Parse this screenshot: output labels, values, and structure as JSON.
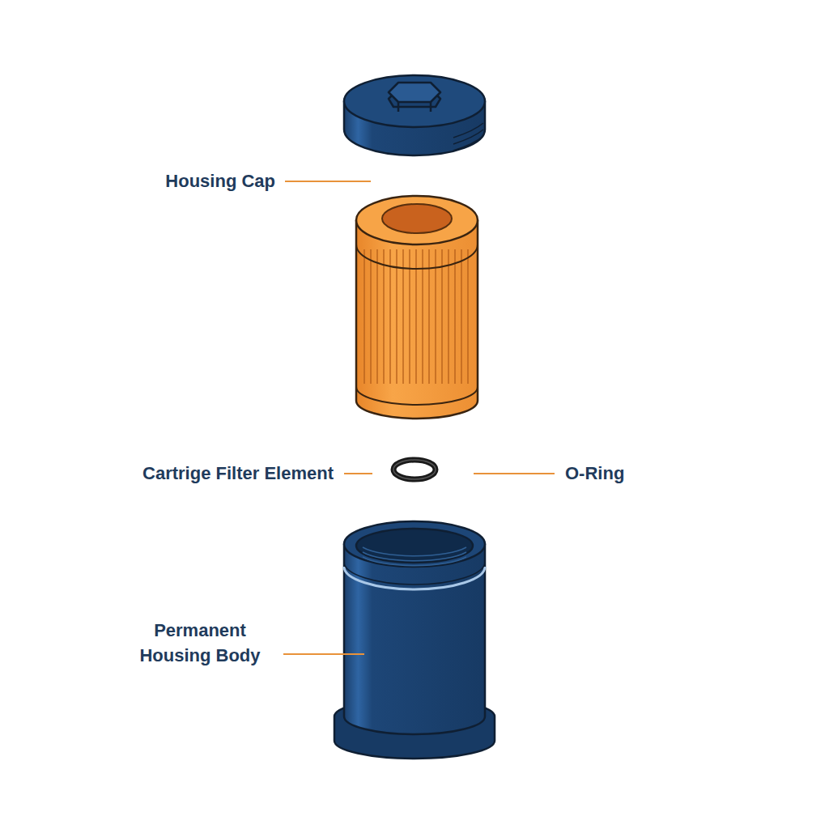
{
  "diagram": {
    "labels": [
      "Housing Cap",
      "Cartrige Filter Element",
      "O-Ring",
      "Permanent Housing Body"
    ]
  }
}
